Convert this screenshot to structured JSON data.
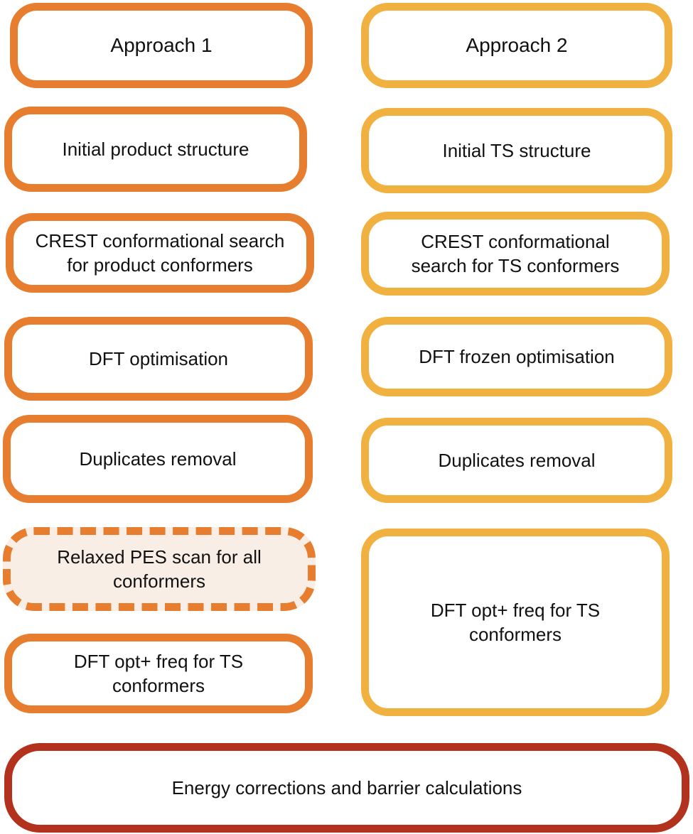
{
  "colors": {
    "approach1_border": "#E77E2F",
    "approach2_border": "#F1B140",
    "final_border": "#B2321D",
    "optional_fill": "#F8EEE6"
  },
  "approach1": {
    "title": "Approach 1",
    "steps": [
      "Initial product structure",
      "CREST conformational search for product conformers",
      "DFT optimisation",
      "Duplicates removal",
      "Relaxed PES scan for all conformers",
      "DFT opt+ freq for TS conformers"
    ]
  },
  "approach2": {
    "title": "Approach 2",
    "steps": [
      "Initial TS structure",
      "CREST conformational search for TS conformers",
      "DFT frozen optimisation",
      "Duplicates removal",
      "DFT opt+ freq for TS conformers"
    ]
  },
  "final_step": "Energy corrections and barrier calculations"
}
